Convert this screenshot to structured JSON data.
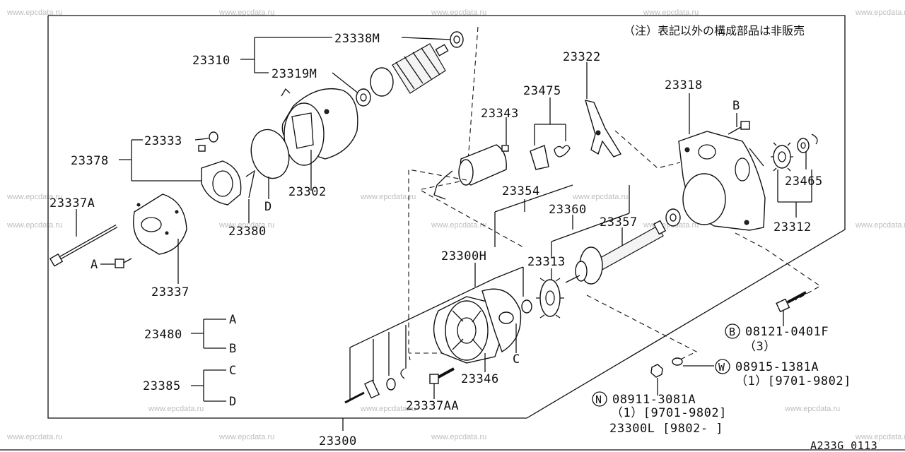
{
  "watermark": "www.epcdata.ru",
  "note": "（注）表記以外の構成部品は非販売",
  "diagram_code": "A233G 0113",
  "labels": {
    "p23338M": "23338M",
    "p23310": "23310",
    "p23319M": "23319M",
    "p23333": "23333",
    "p23378": "23378",
    "p23302": "23302",
    "p23380": "23380",
    "pD_a": "D",
    "p23337A": "23337A",
    "pA_a": "A",
    "p23337": "23337",
    "p23480": "23480",
    "pA_b": "A",
    "pB_b": "B",
    "p23385": "23385",
    "pC_c": "C",
    "pD_c": "D",
    "p23322": "23322",
    "p23475": "23475",
    "p23343": "23343",
    "p23354": "23354",
    "p23360": "23360",
    "p23357": "23357",
    "p23313": "23313",
    "p23300H": "23300H",
    "p23318": "23318",
    "pB_top": "B",
    "p23465": "23465",
    "p23312": "23312",
    "pC_mid": "C",
    "p23346": "23346",
    "p23337AA": "23337AA",
    "p23300": "23300"
  },
  "callouts": {
    "b_letter": "B",
    "b_part": "08121-0401F",
    "b_qty": "（3）",
    "w_letter": "W",
    "w_part": "08915-1381A",
    "w_qty": "（1）[9701-9802]",
    "n_letter": "N",
    "n_part": "08911-3081A",
    "n_qty": "（1）[9701-9802]",
    "l_part": "23300L [9802-    ]"
  }
}
